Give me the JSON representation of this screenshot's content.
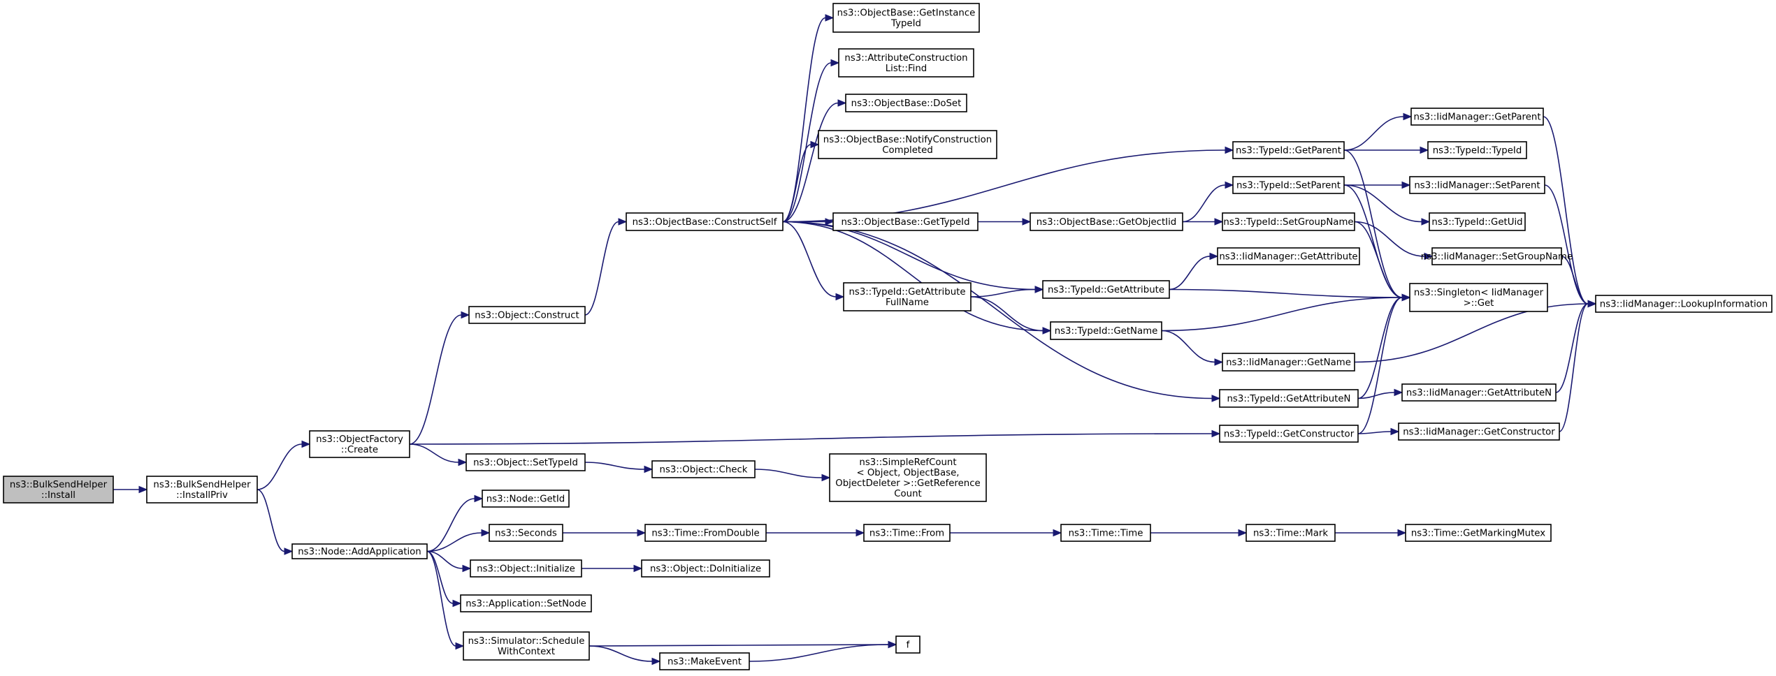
{
  "colors": {
    "edge": "#191970",
    "node_border": "#000000",
    "root_fill": "#bfbfbf",
    "node_fill": "#ffffff"
  },
  "nodes": {
    "n1": {
      "lines": [
        "ns3::BulkSendHelper",
        "::Install"
      ]
    },
    "n2": {
      "lines": [
        "ns3::BulkSendHelper",
        "::InstallPriv"
      ]
    },
    "n3": {
      "lines": [
        "ns3::ObjectFactory",
        "::Create"
      ]
    },
    "n4": {
      "lines": [
        "ns3::Node::AddApplication"
      ]
    },
    "n5": {
      "lines": [
        "ns3::Object::Construct"
      ]
    },
    "n6": {
      "lines": [
        "ns3::ObjectBase::ConstructSelf"
      ]
    },
    "n7": {
      "lines": [
        "ns3::ObjectBase::GetInstance",
        "TypeId"
      ]
    },
    "n8": {
      "lines": [
        "ns3::AttributeConstruction",
        "List::Find"
      ]
    },
    "n9": {
      "lines": [
        "ns3::ObjectBase::DoSet"
      ]
    },
    "n10": {
      "lines": [
        "ns3::ObjectBase::NotifyConstruction",
        "Completed"
      ]
    },
    "n11": {
      "lines": [
        "ns3::ObjectBase::GetTypeId"
      ]
    },
    "n12": {
      "lines": [
        "ns3::TypeId::GetAttribute",
        "FullName"
      ]
    },
    "n13": {
      "lines": [
        "ns3::ObjectBase::GetObjectIid"
      ]
    },
    "n14": {
      "lines": [
        "ns3::TypeId::GetAttribute"
      ]
    },
    "n15": {
      "lines": [
        "ns3::TypeId::GetName"
      ]
    },
    "n16": {
      "lines": [
        "ns3::TypeId::GetParent"
      ]
    },
    "n17": {
      "lines": [
        "ns3::TypeId::SetParent"
      ]
    },
    "n18": {
      "lines": [
        "ns3::TypeId::SetGroupName"
      ]
    },
    "n19": {
      "lines": [
        "ns3::IidManager::GetAttribute"
      ]
    },
    "n20": {
      "lines": [
        "ns3::IidManager::GetName"
      ]
    },
    "n21": {
      "lines": [
        "ns3::TypeId::GetAttributeN"
      ]
    },
    "n22": {
      "lines": [
        "ns3::TypeId::GetConstructor"
      ]
    },
    "n23": {
      "lines": [
        "ns3::IidManager::GetParent"
      ]
    },
    "n24": {
      "lines": [
        "ns3::TypeId::TypeId"
      ]
    },
    "n25": {
      "lines": [
        "ns3::IidManager::SetParent"
      ]
    },
    "n26": {
      "lines": [
        "ns3::TypeId::GetUid"
      ]
    },
    "n27": {
      "lines": [
        "ns3::IidManager::SetGroupName"
      ]
    },
    "n28": {
      "lines": [
        "ns3::Singleton< IidManager",
        " >::Get"
      ]
    },
    "n29": {
      "lines": [
        "ns3::IidManager::GetAttributeN"
      ]
    },
    "n30": {
      "lines": [
        "ns3::IidManager::GetConstructor"
      ]
    },
    "n31": {
      "lines": [
        "ns3::IidManager::LookupInformation"
      ]
    },
    "n32": {
      "lines": [
        "ns3::Object::SetTypeId"
      ]
    },
    "n33": {
      "lines": [
        "ns3::Object::Check"
      ]
    },
    "n34": {
      "lines": [
        "ns3::SimpleRefCount",
        "< Object, ObjectBase,",
        " ObjectDeleter >::GetReference",
        "Count"
      ]
    },
    "n35": {
      "lines": [
        "ns3::Node::GetId"
      ]
    },
    "n36": {
      "lines": [
        "ns3::Seconds"
      ]
    },
    "n37": {
      "lines": [
        "ns3::Time::FromDouble"
      ]
    },
    "n38": {
      "lines": [
        "ns3::Time::From"
      ]
    },
    "n39": {
      "lines": [
        "ns3::Time::Time"
      ]
    },
    "n40": {
      "lines": [
        "ns3::Time::Mark"
      ]
    },
    "n41": {
      "lines": [
        "ns3::Time::GetMarkingMutex"
      ]
    },
    "n42": {
      "lines": [
        "ns3::Object::Initialize"
      ]
    },
    "n43": {
      "lines": [
        "ns3::Object::DoInitialize"
      ]
    },
    "n44": {
      "lines": [
        "ns3::Application::SetNode"
      ]
    },
    "n45": {
      "lines": [
        "ns3::Simulator::Schedule",
        "WithContext"
      ]
    },
    "n46": {
      "lines": [
        "ns3::MakeEvent"
      ]
    },
    "n47": {
      "lines": [
        "f"
      ]
    }
  },
  "edges": [
    [
      "n1",
      "n2"
    ],
    [
      "n2",
      "n3"
    ],
    [
      "n2",
      "n4"
    ],
    [
      "n3",
      "n5"
    ],
    [
      "n3",
      "n32"
    ],
    [
      "n3",
      "n22"
    ],
    [
      "n5",
      "n6"
    ],
    [
      "n6",
      "n7"
    ],
    [
      "n6",
      "n8"
    ],
    [
      "n6",
      "n9"
    ],
    [
      "n6",
      "n10"
    ],
    [
      "n6",
      "n16"
    ],
    [
      "n6",
      "n11"
    ],
    [
      "n6",
      "n12"
    ],
    [
      "n6",
      "n14"
    ],
    [
      "n6",
      "n15"
    ],
    [
      "n6",
      "n21"
    ],
    [
      "n11",
      "n13"
    ],
    [
      "n13",
      "n17"
    ],
    [
      "n13",
      "n18"
    ],
    [
      "n12",
      "n14"
    ],
    [
      "n12",
      "n15"
    ],
    [
      "n14",
      "n19"
    ],
    [
      "n14",
      "n28"
    ],
    [
      "n15",
      "n28"
    ],
    [
      "n15",
      "n20"
    ],
    [
      "n16",
      "n23"
    ],
    [
      "n16",
      "n24"
    ],
    [
      "n16",
      "n28"
    ],
    [
      "n17",
      "n25"
    ],
    [
      "n17",
      "n26"
    ],
    [
      "n17",
      "n28"
    ],
    [
      "n18",
      "n27"
    ],
    [
      "n18",
      "n28"
    ],
    [
      "n21",
      "n28"
    ],
    [
      "n21",
      "n29"
    ],
    [
      "n22",
      "n28"
    ],
    [
      "n22",
      "n30"
    ],
    [
      "n23",
      "n31"
    ],
    [
      "n25",
      "n31"
    ],
    [
      "n27",
      "n31"
    ],
    [
      "n20",
      "n31"
    ],
    [
      "n29",
      "n31"
    ],
    [
      "n30",
      "n31"
    ],
    [
      "n32",
      "n33"
    ],
    [
      "n33",
      "n34"
    ],
    [
      "n4",
      "n35"
    ],
    [
      "n4",
      "n36"
    ],
    [
      "n4",
      "n42"
    ],
    [
      "n4",
      "n44"
    ],
    [
      "n4",
      "n45"
    ],
    [
      "n36",
      "n37"
    ],
    [
      "n37",
      "n38"
    ],
    [
      "n38",
      "n39"
    ],
    [
      "n39",
      "n40"
    ],
    [
      "n40",
      "n41"
    ],
    [
      "n42",
      "n43"
    ],
    [
      "n45",
      "n47"
    ],
    [
      "n45",
      "n46"
    ],
    [
      "n46",
      "n47"
    ]
  ]
}
